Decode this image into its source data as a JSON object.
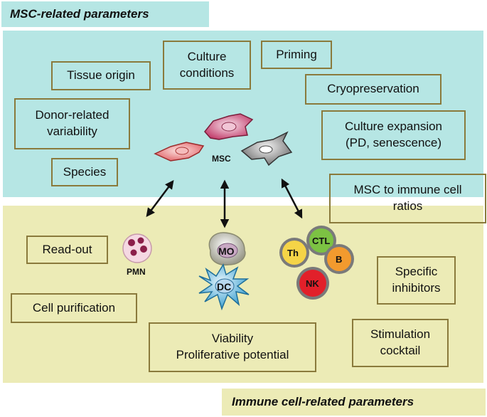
{
  "msc_section": {
    "title": "MSC-related parameters",
    "boxes": {
      "tissue_origin": "Tissue origin",
      "culture_conditions": "Culture\nconditions",
      "priming": "Priming",
      "cryopreservation": "Cryopreservation",
      "donor_variability": "Donor-related\nvariability",
      "culture_expansion": "Culture expansion\n(PD, senescence)",
      "species": "Species"
    },
    "center_label": "MSC"
  },
  "ratio_box": "MSC to immune cell\nratios",
  "immune_section": {
    "title": "Immune cell-related parameters",
    "boxes": {
      "read_out": "Read-out",
      "cell_purification": "Cell purification",
      "viability": "Viability\nProliferative potential",
      "specific_inhibitors": "Specific\ninhibitors",
      "stimulation_cocktail": "Stimulation\ncocktail"
    },
    "cells": {
      "pmn": "PMN",
      "mo": "MO",
      "dc": "DC",
      "th": "Th",
      "ctl": "CTL",
      "b": "B",
      "nk": "NK"
    }
  }
}
